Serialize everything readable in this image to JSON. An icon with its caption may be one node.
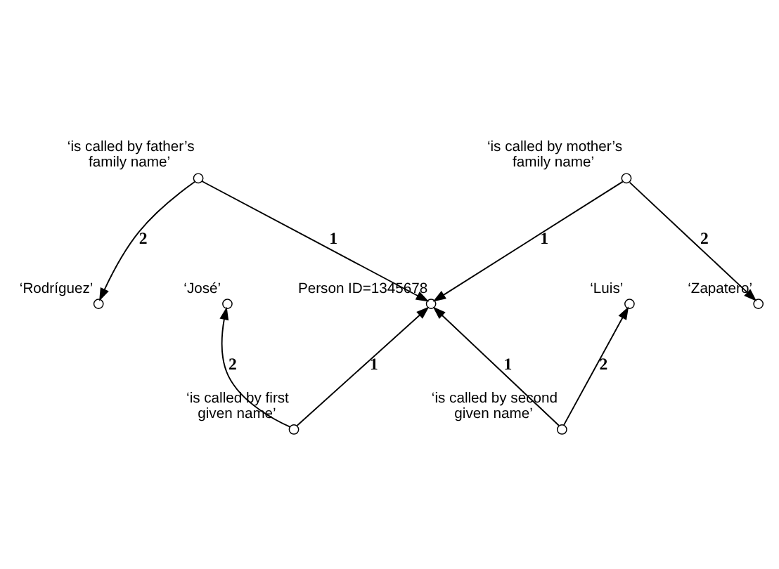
{
  "diagram": {
    "nodes": [
      {
        "text": [],
        "shape": "circle",
        "beside": [
          "‘is called by father’s family name’"
        ]
      },
      {
        "text": [],
        "shape": "circle",
        "beside": [
          "‘is called by mother’s family name’"
        ]
      },
      {
        "text": [],
        "shape": "circle",
        "beside": [
          "‘Rodríguez’"
        ]
      },
      {
        "text": [],
        "shape": "circle",
        "beside": [
          "‘Zapatero’"
        ]
      },
      {
        "text": [],
        "shape": "circle",
        "beside": [
          "Person ID=1345678"
        ]
      },
      {
        "text": [],
        "shape": "circle",
        "beside": [
          "‘José’"
        ]
      },
      {
        "text": [],
        "shape": "circle",
        "beside": [
          "‘Luis’"
        ]
      },
      {
        "text": [],
        "shape": "circle",
        "beside": [
          "‘is called by first given name’"
        ]
      },
      {
        "text": [],
        "shape": "circle",
        "beside": [
          "‘is called by second given name’"
        ]
      }
    ],
    "edges": [
      {
        "from": 0,
        "to": 2,
        "arrow": "to",
        "label": "2"
      },
      {
        "from": 0,
        "to": 4,
        "arrow": "to",
        "label": "1"
      },
      {
        "from": 1,
        "to": 4,
        "arrow": "to",
        "label": "1"
      },
      {
        "from": 1,
        "to": 3,
        "arrow": "to",
        "label": "2"
      },
      {
        "from": 7,
        "to": 5,
        "arrow": "to",
        "label": "2"
      },
      {
        "from": 7,
        "to": 4,
        "arrow": "to",
        "label": "1"
      },
      {
        "from": 8,
        "to": 4,
        "arrow": "to",
        "label": "1"
      },
      {
        "from": 8,
        "to": 6,
        "arrow": "to",
        "label": "2"
      }
    ]
  }
}
